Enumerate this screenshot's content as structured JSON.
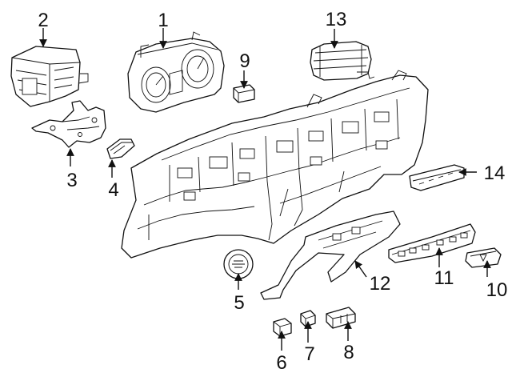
{
  "colors": {
    "ink": "#111111",
    "paper": "#ffffff"
  },
  "callouts": [
    {
      "id": "1",
      "label": "1"
    },
    {
      "id": "2",
      "label": "2"
    },
    {
      "id": "3",
      "label": "3"
    },
    {
      "id": "4",
      "label": "4"
    },
    {
      "id": "5",
      "label": "5"
    },
    {
      "id": "6",
      "label": "6"
    },
    {
      "id": "7",
      "label": "7"
    },
    {
      "id": "8",
      "label": "8"
    },
    {
      "id": "9",
      "label": "9"
    },
    {
      "id": "10",
      "label": "10"
    },
    {
      "id": "11",
      "label": "11"
    },
    {
      "id": "12",
      "label": "12"
    },
    {
      "id": "13",
      "label": "13"
    },
    {
      "id": "14",
      "label": "14"
    }
  ]
}
